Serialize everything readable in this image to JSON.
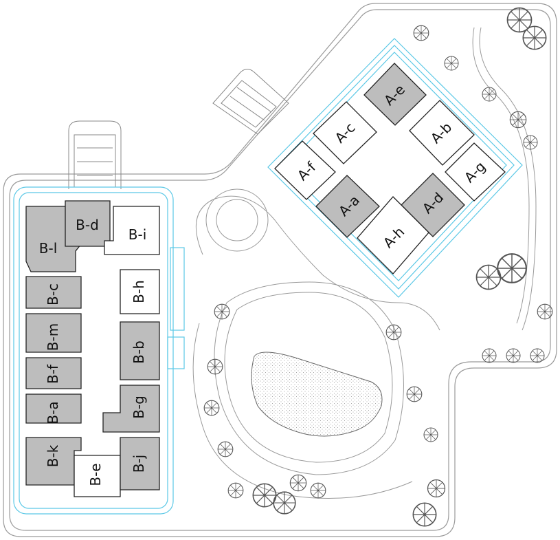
{
  "colors": {
    "sold_fill": "#bdbdbd",
    "available_fill": "#ffffff",
    "outline": "#222222",
    "site_line": "#9a9a9a",
    "podium_line": "#5bc8e6",
    "tree_line": "#555555"
  },
  "legend_semantics": {
    "gray": "occupied",
    "white": "available"
  },
  "tower_a": {
    "units": [
      {
        "id": "a-e",
        "label": "A-e",
        "status": "sold"
      },
      {
        "id": "a-c",
        "label": "A-c",
        "status": "available"
      },
      {
        "id": "a-b",
        "label": "A-b",
        "status": "available"
      },
      {
        "id": "a-f",
        "label": "A-f",
        "status": "available"
      },
      {
        "id": "a-g",
        "label": "A-g",
        "status": "available"
      },
      {
        "id": "a-a",
        "label": "A-a",
        "status": "sold"
      },
      {
        "id": "a-d",
        "label": "A-d",
        "status": "sold"
      },
      {
        "id": "a-h",
        "label": "A-h",
        "status": "available"
      }
    ]
  },
  "tower_b": {
    "units": [
      {
        "id": "b-l",
        "label": "B-l",
        "status": "sold"
      },
      {
        "id": "b-d",
        "label": "B-d",
        "status": "sold"
      },
      {
        "id": "b-i",
        "label": "B-i",
        "status": "available"
      },
      {
        "id": "b-c",
        "label": "B-c",
        "status": "sold"
      },
      {
        "id": "b-h",
        "label": "B-h",
        "status": "available"
      },
      {
        "id": "b-m",
        "label": "B-m",
        "status": "sold"
      },
      {
        "id": "b-b",
        "label": "B-b",
        "status": "sold"
      },
      {
        "id": "b-f",
        "label": "B-f",
        "status": "sold"
      },
      {
        "id": "b-a",
        "label": "B-a",
        "status": "sold"
      },
      {
        "id": "b-g",
        "label": "B-g",
        "status": "sold"
      },
      {
        "id": "b-k",
        "label": "B-k",
        "status": "sold"
      },
      {
        "id": "b-e",
        "label": "B-e",
        "status": "available"
      },
      {
        "id": "b-j",
        "label": "B-j",
        "status": "sold"
      }
    ]
  },
  "landscape": {
    "pool": "pool-hatched",
    "trees": "tree-symbol"
  }
}
